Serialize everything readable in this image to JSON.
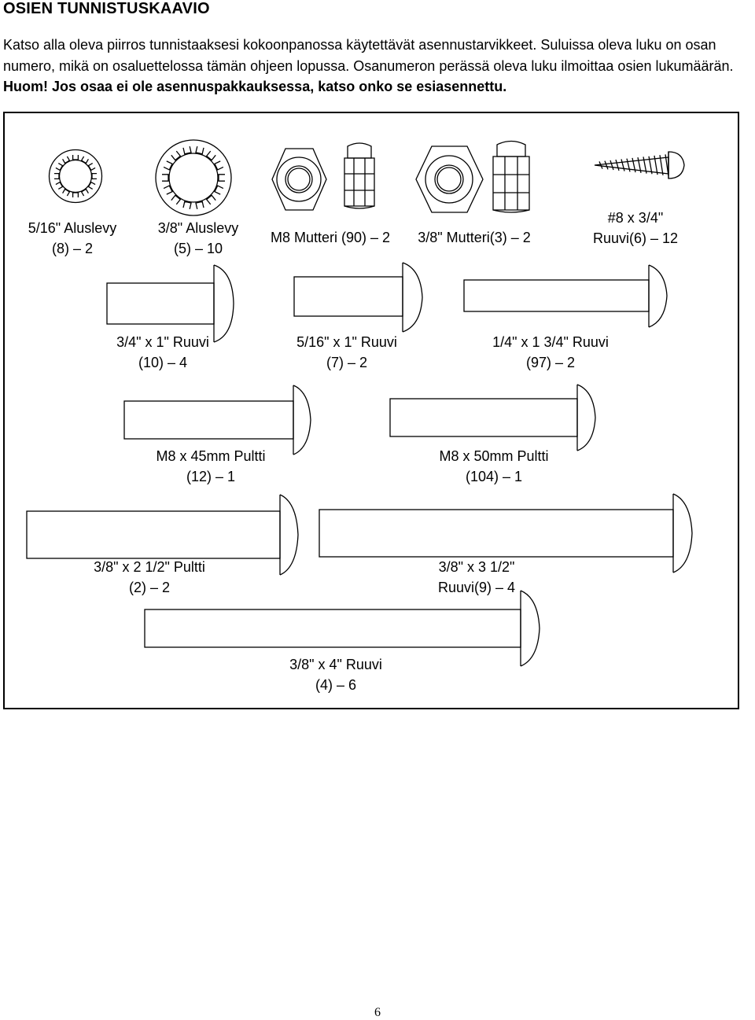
{
  "header": {
    "title": "OSIEN TUNNISTUSKAAVIO"
  },
  "intro": {
    "text": "Katso alla oleva piirros tunnistaaksesi kokoonpanossa käytettävät asennustarvikkeet. Suluissa oleva luku on osan numero, mikä on osaluettelossa tämän ohjeen lopussa. Osanumeron perässä oleva luku ilmoittaa osien lukumäärän.",
    "note_label": "Huom!",
    "note_text": "Jos osaa ei ole asennuspakkauksessa, katso onko se esiasennettu."
  },
  "parts": [
    {
      "name": "5/16\" Aluslevy",
      "ref": "(8) – 2",
      "icon": "star-lock-washer-icon"
    },
    {
      "name": "3/8\" Aluslevy",
      "ref": "(5) – 10",
      "icon": "star-lock-washer-icon"
    },
    {
      "name": "M8 Mutteri (90) – 2",
      "ref": "",
      "icon": "hex-nut-icon"
    },
    {
      "name": "3/8\" Mutteri(3) – 2",
      "ref": "",
      "icon": "hex-nut-icon"
    },
    {
      "name": "#8 x 3/4\"",
      "ref": "Ruuvi(6) – 12",
      "icon": "wood-screw-icon"
    },
    {
      "name": "3/4\" x 1\" Ruuvi",
      "ref": "(10) – 4",
      "icon": "button-head-bolt-icon"
    },
    {
      "name": "5/16\" x 1\" Ruuvi",
      "ref": "(7) – 2",
      "icon": "button-head-bolt-icon"
    },
    {
      "name": "1/4\" x 1 3/4\" Ruuvi",
      "ref": "(97) – 2",
      "icon": "button-head-bolt-icon"
    },
    {
      "name": "M8 x 45mm Pultti",
      "ref": "(12) – 1",
      "icon": "button-head-bolt-icon"
    },
    {
      "name": "M8 x 50mm Pultti",
      "ref": "(104) – 1",
      "icon": "button-head-bolt-icon"
    },
    {
      "name": "3/8\" x 2 1/2\" Pultti",
      "ref": "(2) – 2",
      "icon": "button-head-bolt-icon"
    },
    {
      "name": "3/8\" x 3 1/2\"",
      "ref": "Ruuvi(9) – 4",
      "icon": "button-head-bolt-icon"
    },
    {
      "name": "3/8\" x 4\" Ruuvi",
      "ref": "(4) – 6",
      "icon": "button-head-bolt-icon"
    }
  ],
  "footer": {
    "page_number": "6"
  }
}
